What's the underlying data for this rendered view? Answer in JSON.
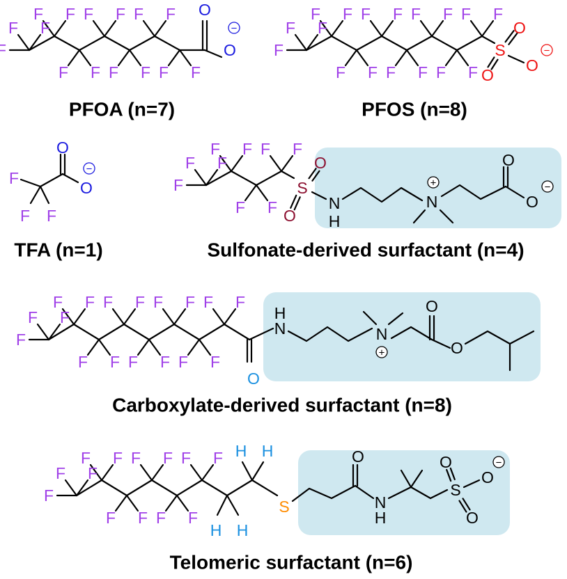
{
  "colors": {
    "fluorine": "#a040e8",
    "carboxylate": "#1a1adf",
    "sulfonate_pfos": "#ee1111",
    "sulfonamide": "#8c1030",
    "amide_oxygen": "#1a90e0",
    "hydrogen_telomer": "#1a90e0",
    "sulfur_telomer": "#ff8c00",
    "highlight": "#cfe8f0",
    "bond": "#000000"
  },
  "captions": {
    "pfoa": "PFOA (n=7)",
    "pfos": "PFOS (n=8)",
    "tfa": "TFA (n=1)",
    "sulfonate": "Sulfonate-derived surfactant (n=4)",
    "carboxylate": "Carboxylate-derived surfactant (n=8)",
    "telomeric": "Telomeric surfactant (n=6)"
  },
  "atoms": {
    "F": "F",
    "O": "O",
    "S": "S",
    "N": "N",
    "H": "H",
    "minus": "−",
    "plus": "+"
  }
}
